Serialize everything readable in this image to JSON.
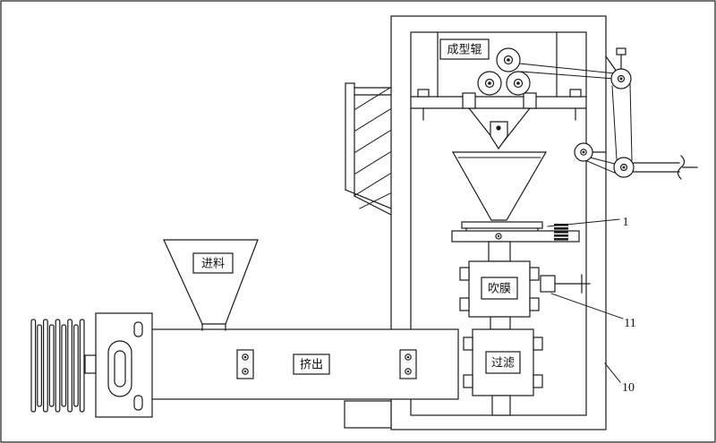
{
  "figure": {
    "colors": {
      "line": "#1a1a1a",
      "background": "#ffffff",
      "text": "#111111"
    },
    "labels": {
      "forming_roller": "成型辊",
      "feed": "进料",
      "extrude": "挤出",
      "blow_film": "吹膜",
      "filter": "过滤"
    },
    "callouts": {
      "platform": "1",
      "valve": "11",
      "frame": "10"
    }
  }
}
